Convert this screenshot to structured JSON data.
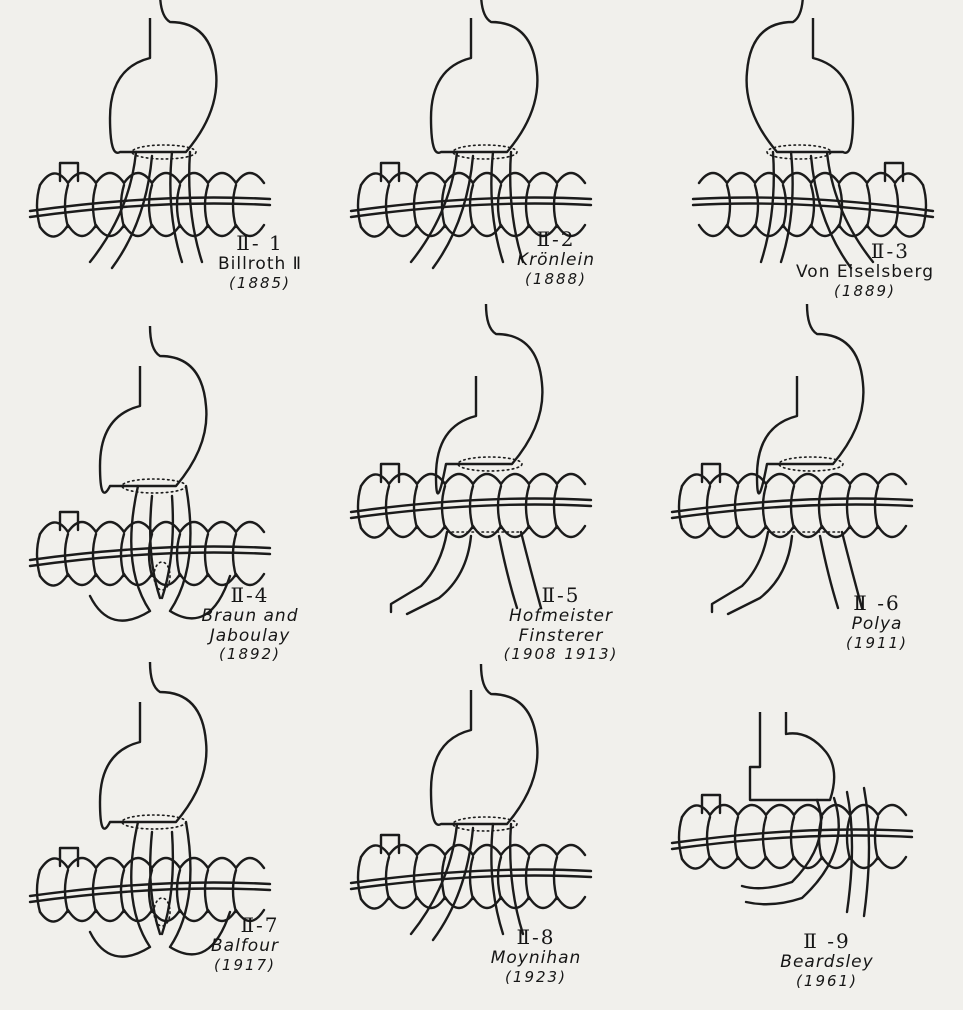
{
  "procedures": [
    {
      "code": "Ⅱ- 1",
      "name": "Billroth Ⅱ",
      "year": "(1885)"
    },
    {
      "code": "Ⅱ-2",
      "name": "Krönlein",
      "year": "(1888)"
    },
    {
      "code": "Ⅱ-3",
      "name": "Von Eiselsberg",
      "year": "(1889)"
    },
    {
      "code": "Ⅱ-4",
      "name": "Braun and\nJaboulay",
      "year": "(1892)"
    },
    {
      "code": "Ⅱ-5",
      "name": "Hofmeister\nFinsterer",
      "year": "(1908 1913)"
    },
    {
      "code": "Ⅱ -6",
      "name": "Polya",
      "year": "(1911)"
    },
    {
      "code": "Ⅱ-7",
      "name": "Balfour",
      "year": "(1917)"
    },
    {
      "code": "Ⅱ-8",
      "name": "Moynihan",
      "year": "(1923)"
    },
    {
      "code": "Ⅱ -9",
      "name": "Beardsley",
      "year": "(1961)"
    }
  ]
}
